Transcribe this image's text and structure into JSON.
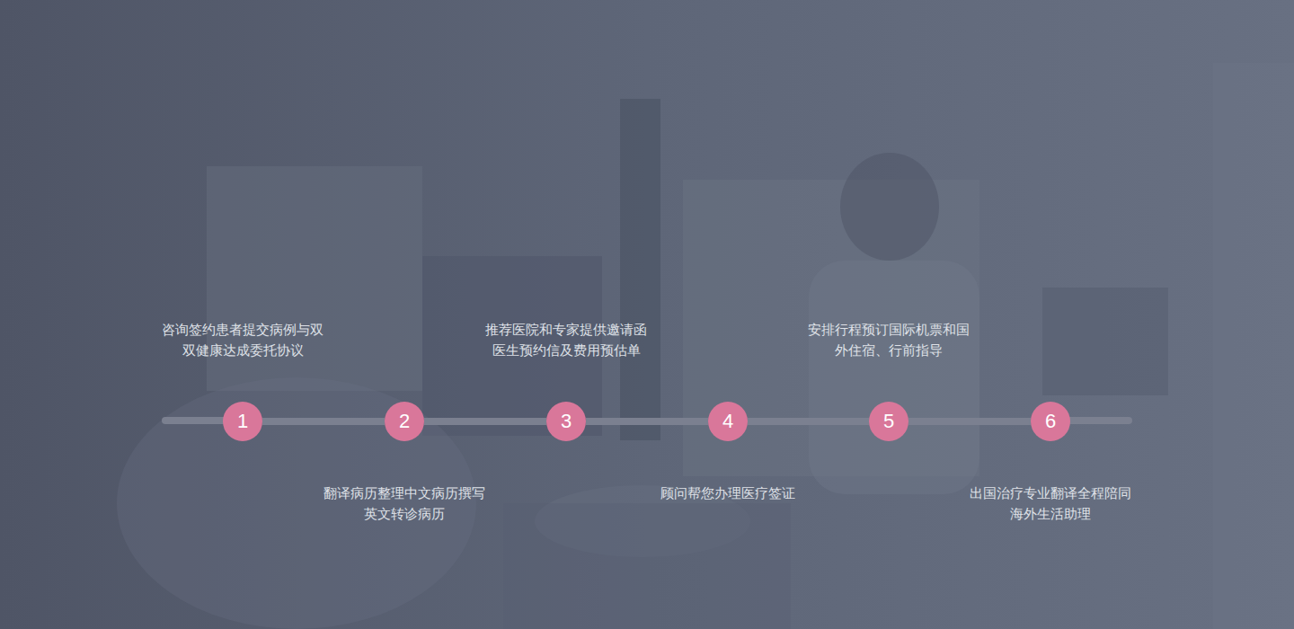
{
  "diagram": {
    "nodes": [
      {
        "text": [
          "1",
          "咨询签约患者提交病例与双 双健康达成委托协议"
        ]
      },
      {
        "text": [
          "2",
          "翻译病历整理中文病历撰写 英文转诊病历"
        ]
      },
      {
        "text": [
          "3",
          "推荐医院和专家提供邀请函 医生预约信及费用预估单"
        ]
      },
      {
        "text": [
          "4",
          "顾问帮您办理医疗签证"
        ]
      },
      {
        "text": [
          "5",
          "安排行程预订国际机票和国 外住宿、行前指导"
        ]
      },
      {
        "text": [
          "6",
          "出国治疗专业翻译全程陪同 海外生活助理"
        ]
      }
    ],
    "edges": [
      {
        "from": 0,
        "to": 1,
        "arrow": "none"
      },
      {
        "from": 1,
        "to": 2,
        "arrow": "none"
      },
      {
        "from": 2,
        "to": 3,
        "arrow": "none"
      },
      {
        "from": 3,
        "to": 4,
        "arrow": "none"
      },
      {
        "from": 4,
        "to": 5,
        "arrow": "none"
      }
    ]
  }
}
